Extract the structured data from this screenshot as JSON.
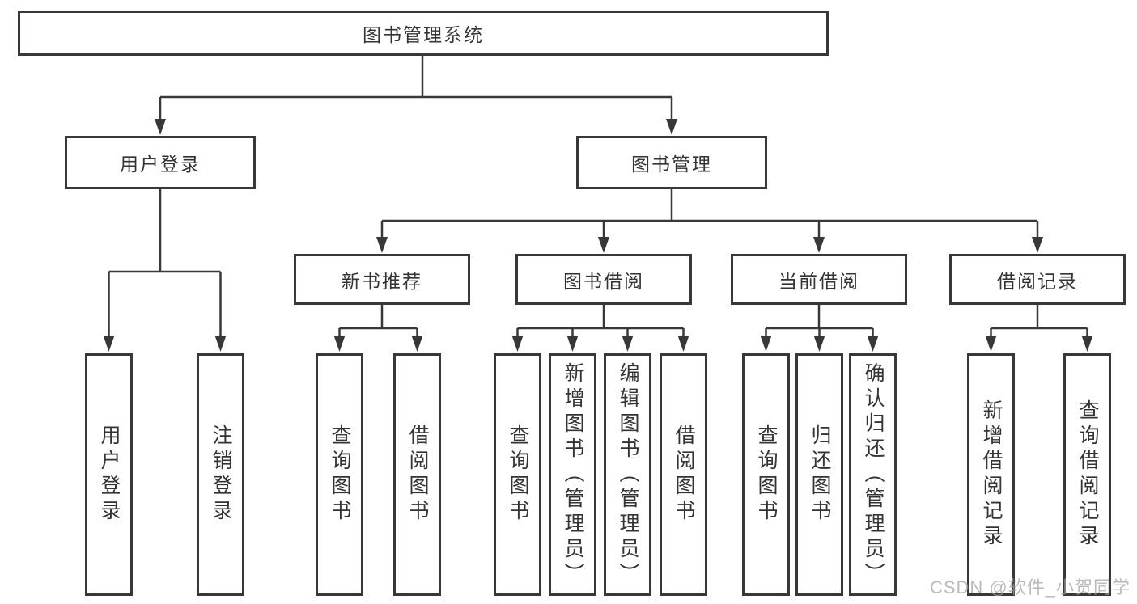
{
  "tree": {
    "label": "图书管理系统",
    "children": [
      {
        "label": "用户登录",
        "children": [
          {
            "label": "用户登录"
          },
          {
            "label": "注销登录"
          }
        ]
      },
      {
        "label": "图书管理",
        "children": [
          {
            "label": "新书推荐",
            "children": [
              {
                "label": "查询图书"
              },
              {
                "label": "借阅图书"
              }
            ]
          },
          {
            "label": "图书借阅",
            "children": [
              {
                "label": "查询图书"
              },
              {
                "label": "新增图书（管理员）"
              },
              {
                "label": "编辑图书（管理员）"
              },
              {
                "label": "借阅图书"
              }
            ]
          },
          {
            "label": "当前借阅",
            "children": [
              {
                "label": "查询图书"
              },
              {
                "label": "归还图书"
              },
              {
                "label": "确认归还（管理员）"
              }
            ]
          },
          {
            "label": "借阅记录",
            "children": [
              {
                "label": "新增借阅记录"
              },
              {
                "label": "查询借阅记录"
              }
            ]
          }
        ]
      }
    ]
  },
  "watermark": {
    "text": "CSDN @软件_小贺同学"
  },
  "colors": {
    "line": "#383838",
    "box_border": "#383838",
    "box_fill": "#ffffff",
    "text": "#333333",
    "watermark": "#a0a0a0"
  }
}
